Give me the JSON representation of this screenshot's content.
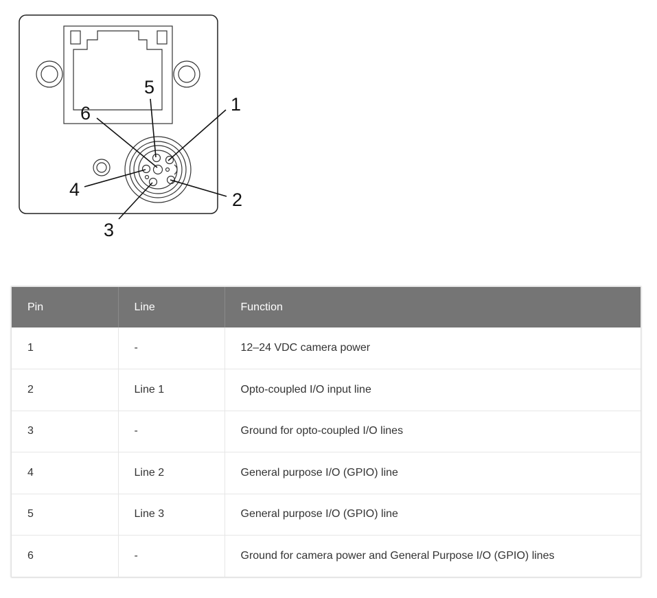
{
  "diagram": {
    "callouts": [
      "1",
      "2",
      "3",
      "4",
      "5",
      "6"
    ]
  },
  "table": {
    "headers": [
      "Pin",
      "Line",
      "Function"
    ],
    "rows": [
      [
        "1",
        "-",
        "12–24 VDC camera power"
      ],
      [
        "2",
        "Line 1",
        "Opto-coupled I/O input line"
      ],
      [
        "3",
        "-",
        "Ground for opto-coupled I/O lines"
      ],
      [
        "4",
        "Line 2",
        "General purpose I/O (GPIO) line"
      ],
      [
        "5",
        "Line 3",
        "General purpose I/O (GPIO) line"
      ],
      [
        "6",
        "-",
        "Ground for camera power and General Purpose I/O (GPIO) lines"
      ]
    ]
  }
}
